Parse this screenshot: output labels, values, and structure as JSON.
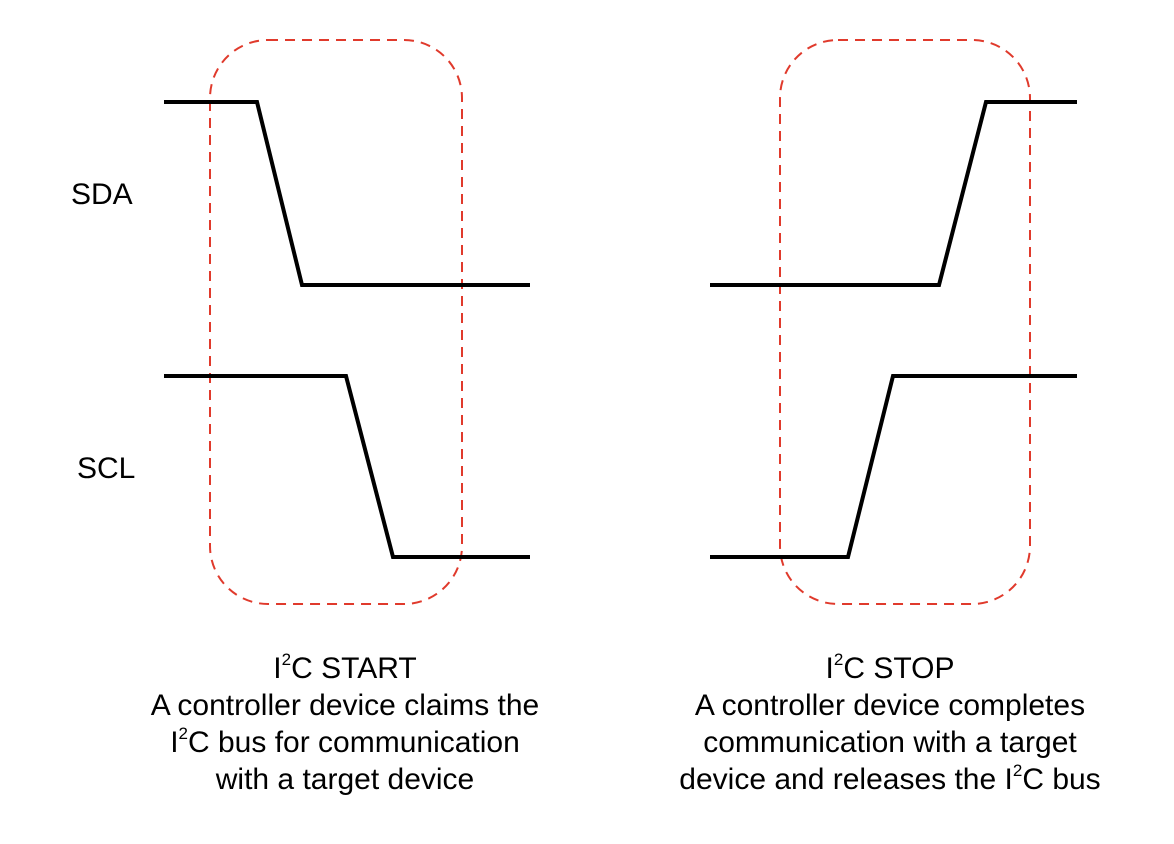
{
  "signals": {
    "sda": "SDA",
    "scl": "SCL"
  },
  "start": {
    "title_pre": "I",
    "title_sup": "2",
    "title_post": "C START",
    "line1": "A controller device claims the",
    "line2_pre": "I",
    "line2_sup": "2",
    "line2_post": "C bus for communication",
    "line3": "with a target device"
  },
  "stop": {
    "title_pre": "I",
    "title_sup": "2",
    "title_post": "C STOP",
    "line1": "A controller device completes",
    "line2": "communication with a target",
    "line3_pre": "device and releases the I",
    "line3_sup": "2",
    "line3_post": "C bus"
  },
  "colors": {
    "waveform": "#000000",
    "highlight": "#e03a2c"
  }
}
